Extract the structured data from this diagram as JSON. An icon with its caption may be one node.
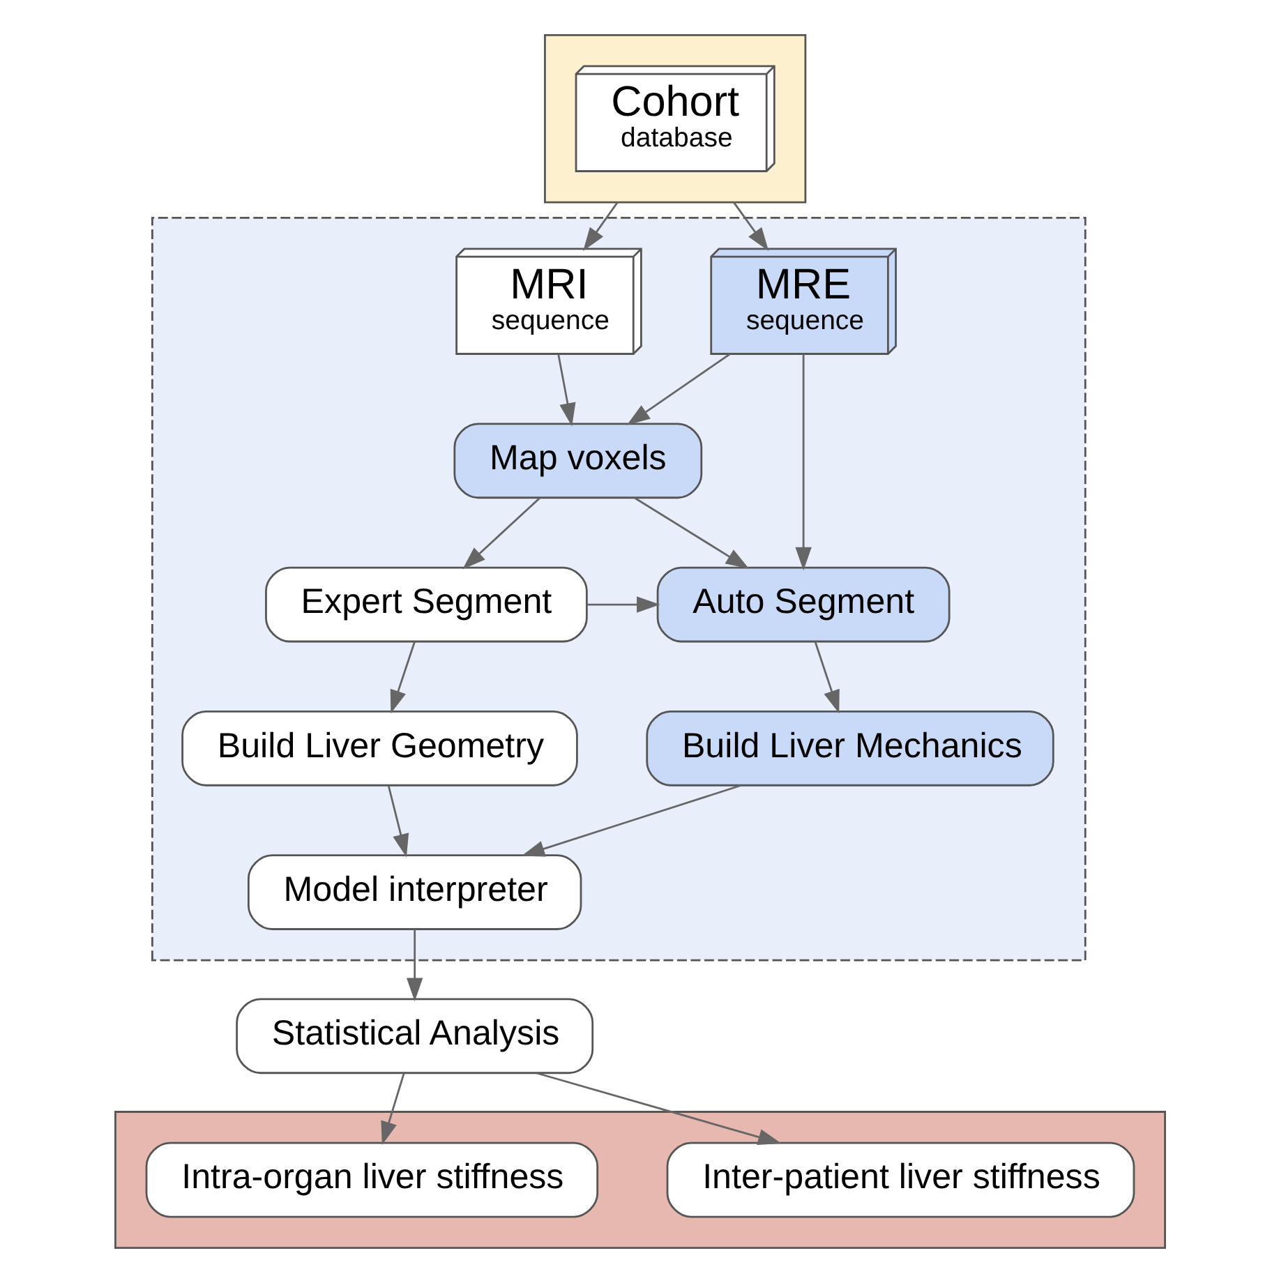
{
  "diagram": {
    "nodes": [
      {
        "text": [],
        "shape": "box"
      },
      {
        "text": [
          "Cohort",
          "database"
        ],
        "in": 0
      },
      {
        "text": [],
        "shape": "box"
      },
      {
        "text": [
          "Inter-patient liver stiffness"
        ],
        "in": 2
      },
      {
        "text": [
          "Intra-organ liver stiffness"
        ],
        "in": 2
      },
      {
        "text": [
          "Statistical Analysis"
        ]
      },
      {
        "text": [],
        "shape": "box"
      },
      {
        "text": [
          "MRI",
          "sequence"
        ],
        "in": 6
      },
      {
        "text": [
          "MRE",
          "sequence"
        ],
        "in": 6
      },
      {
        "text": [
          "Map voxels"
        ],
        "in": 6
      },
      {
        "text": [
          "Expert Segment"
        ],
        "in": 6
      },
      {
        "text": [
          "Auto Segment"
        ],
        "in": 6
      },
      {
        "text": [
          "Build Liver Geometry"
        ],
        "in": 6
      },
      {
        "text": [
          "Build Liver Mechanics"
        ],
        "in": 6
      },
      {
        "text": [
          "Model interpreter"
        ],
        "in": 6
      }
    ],
    "edges": [
      {
        "from": 0,
        "to": 7,
        "arrow": "to"
      },
      {
        "from": 0,
        "to": 8,
        "arrow": "to"
      },
      {
        "from": 7,
        "to": 9,
        "arrow": "to"
      },
      {
        "from": 8,
        "to": 9,
        "arrow": "to"
      },
      {
        "from": 8,
        "to": 11,
        "arrow": "to"
      },
      {
        "from": 9,
        "to": 10,
        "arrow": "to"
      },
      {
        "from": 9,
        "to": 11,
        "arrow": "to"
      },
      {
        "from": 10,
        "to": 11,
        "arrow": "to"
      },
      {
        "from": 10,
        "to": 12,
        "arrow": "to"
      },
      {
        "from": 11,
        "to": 13,
        "arrow": "to"
      },
      {
        "from": 12,
        "to": 14,
        "arrow": "to"
      },
      {
        "from": 13,
        "to": 14,
        "arrow": "to"
      },
      {
        "from": 14,
        "to": 5,
        "arrow": "to"
      },
      {
        "from": 5,
        "to": 3,
        "arrow": "to"
      },
      {
        "from": 5,
        "to": 4,
        "arrow": "to"
      }
    ]
  }
}
